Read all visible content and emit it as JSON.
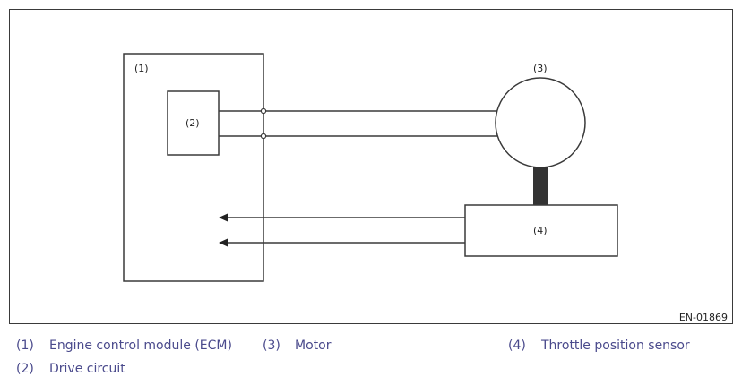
{
  "diagram": {
    "figure_code": "EN-01869",
    "callouts": {
      "ecm": "(1)",
      "drive_circuit": "(2)",
      "motor": "(3)",
      "sensor": "(4)"
    }
  },
  "legend": {
    "items": [
      {
        "num": "(1)",
        "text": "Engine control module (ECM)"
      },
      {
        "num": "(3)",
        "text": "Motor"
      },
      {
        "num": "(4)",
        "text": "Throttle position sensor"
      },
      {
        "num": "(2)",
        "text": "Drive circuit"
      }
    ]
  },
  "colors": {
    "line": "#3a3a3a",
    "shaft": "#333333",
    "legend_text": "#4a4a8c"
  }
}
